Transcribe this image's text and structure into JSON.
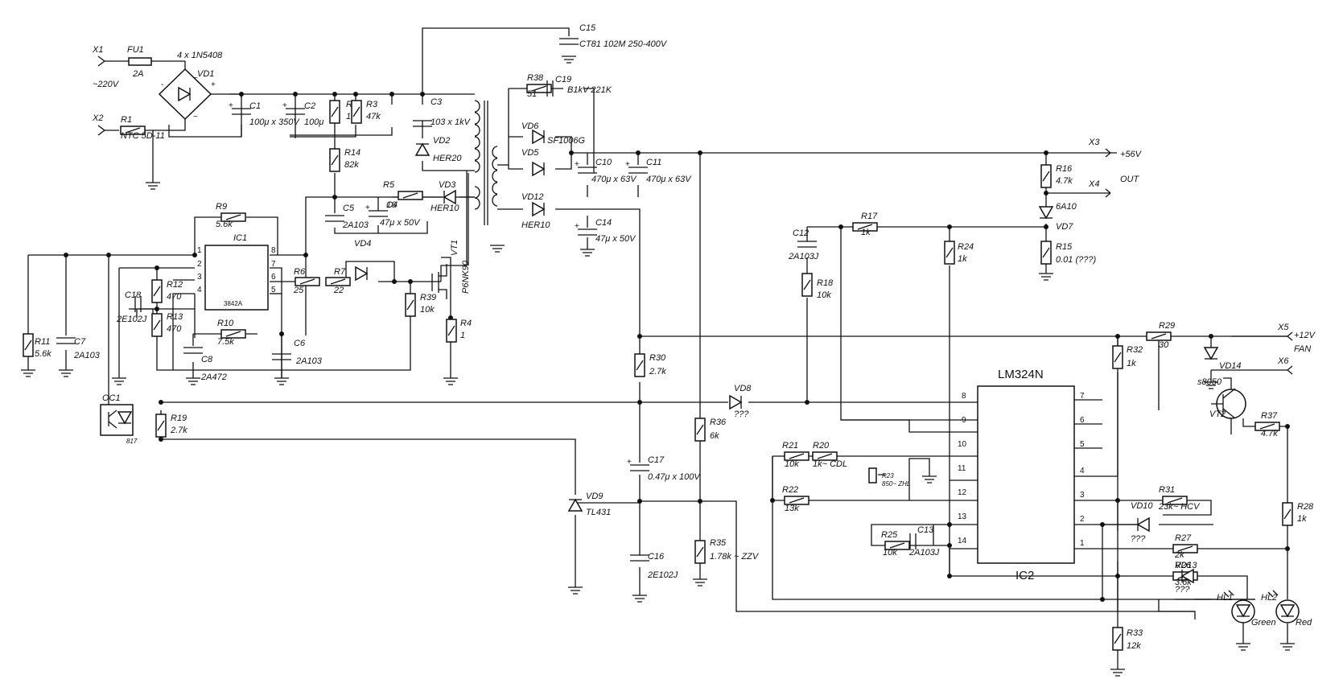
{
  "diagram": {
    "ic1": {
      "name": "IC1",
      "part": "3842A",
      "pins": [
        "1",
        "2",
        "3",
        "4",
        "5",
        "6",
        "7",
        "8"
      ]
    },
    "ic2": {
      "part": "LM324N",
      "name": "IC2",
      "pins": [
        "8",
        "9",
        "10",
        "11",
        "12",
        "13",
        "14",
        "7",
        "6",
        "5",
        "4",
        "3",
        "2",
        "1"
      ]
    },
    "connectors": {
      "x1": "X1",
      "x2": "X2",
      "mains": "~220V",
      "x3": "X3",
      "v56": "+56V",
      "x4": "X4",
      "out": "OUT",
      "x5": "X5",
      "v12": "+12V",
      "fan": "FAN",
      "x6": "X6"
    },
    "resistors": [
      {
        "ref": "R1",
        "val": "NTC 5D-11"
      },
      {
        "ref": "R2",
        "val": "1M"
      },
      {
        "ref": "R3",
        "val": "47k"
      },
      {
        "ref": "R4",
        "val": "1"
      },
      {
        "ref": "R5",
        "val": "16"
      },
      {
        "ref": "R6",
        "val": "25"
      },
      {
        "ref": "R7",
        "val": "22"
      },
      {
        "ref": "R9",
        "val": "5.6k"
      },
      {
        "ref": "R10",
        "val": "7.5k"
      },
      {
        "ref": "R11",
        "val": "5.6k"
      },
      {
        "ref": "R12",
        "val": "470"
      },
      {
        "ref": "R13",
        "val": "470"
      },
      {
        "ref": "R14",
        "val": "82k"
      },
      {
        "ref": "R15",
        "val": "0.01 (???)"
      },
      {
        "ref": "R16",
        "val": "4.7k"
      },
      {
        "ref": "R17",
        "val": "1k"
      },
      {
        "ref": "R18",
        "val": "10k"
      },
      {
        "ref": "R19",
        "val": "2.7k"
      },
      {
        "ref": "R20",
        "val": "1k~ CDL"
      },
      {
        "ref": "R21",
        "val": "10k"
      },
      {
        "ref": "R22",
        "val": "13k"
      },
      {
        "ref": "R23",
        "val": "850~ ZHL"
      },
      {
        "ref": "R24",
        "val": "1k"
      },
      {
        "ref": "R25",
        "val": "10k"
      },
      {
        "ref": "R26",
        "val": "3.6k"
      },
      {
        "ref": "R27",
        "val": "2k"
      },
      {
        "ref": "R28",
        "val": "1k"
      },
      {
        "ref": "R29",
        "val": "30"
      },
      {
        "ref": "R30",
        "val": "2.7k"
      },
      {
        "ref": "R31",
        "val": "23k~ HCV"
      },
      {
        "ref": "R32",
        "val": "1k"
      },
      {
        "ref": "R33",
        "val": "12k"
      },
      {
        "ref": "R35",
        "val": "1.78k ~ ZZV"
      },
      {
        "ref": "R36",
        "val": "6k"
      },
      {
        "ref": "R37",
        "val": "4.7k"
      },
      {
        "ref": "R38",
        "val": "51"
      },
      {
        "ref": "R39",
        "val": "10k"
      }
    ],
    "capacitors": [
      {
        "ref": "C1",
        "val": "100μ x 350V"
      },
      {
        "ref": "C2",
        "val": "100μ"
      },
      {
        "ref": "C3",
        "val": "103 x 1kV"
      },
      {
        "ref": "C4",
        "val": "47μ x 50V"
      },
      {
        "ref": "C5",
        "val": "2A103"
      },
      {
        "ref": "C6",
        "val": "2A103"
      },
      {
        "ref": "C7",
        "val": "2A103"
      },
      {
        "ref": "C8",
        "val": "2A472"
      },
      {
        "ref": "C10",
        "val": "470μ x 63V"
      },
      {
        "ref": "C11",
        "val": "470μ x 63V"
      },
      {
        "ref": "C12",
        "val": "2A103J"
      },
      {
        "ref": "C13",
        "val": "2A103J"
      },
      {
        "ref": "C14",
        "val": "47μ x 50V"
      },
      {
        "ref": "C15",
        "val": "CT81 102M 250-400V"
      },
      {
        "ref": "C16",
        "val": "2E102J"
      },
      {
        "ref": "C17",
        "val": "0.47μ x 100V"
      },
      {
        "ref": "C18",
        "val": "2E102J"
      },
      {
        "ref": "C19",
        "val": "B1kV 221K"
      }
    ],
    "semis": [
      {
        "ref": "VD1",
        "val": "4 x 1N5408"
      },
      {
        "ref": "VD2",
        "val": "HER20"
      },
      {
        "ref": "VD3",
        "val": "HER10"
      },
      {
        "ref": "VD4",
        "val": ""
      },
      {
        "ref": "VD5",
        "val": "SF1006G"
      },
      {
        "ref": "VD6",
        "val": ""
      },
      {
        "ref": "VD7",
        "val": "6A10"
      },
      {
        "ref": "VD8",
        "val": "???"
      },
      {
        "ref": "VD9",
        "val": "TL431"
      },
      {
        "ref": "VD10",
        "val": "???"
      },
      {
        "ref": "VD12",
        "val": "HER10"
      },
      {
        "ref": "VD13",
        "val": "???"
      },
      {
        "ref": "VD14",
        "val": ""
      },
      {
        "ref": "VT1",
        "val": "P6NK90"
      },
      {
        "ref": "VT2",
        "val": "s8050"
      },
      {
        "ref": "FU1",
        "val": "2A"
      },
      {
        "ref": "OC1",
        "val": "817"
      },
      {
        "ref": "HL1",
        "val": "Green"
      },
      {
        "ref": "HL2",
        "val": "Red"
      }
    ]
  }
}
